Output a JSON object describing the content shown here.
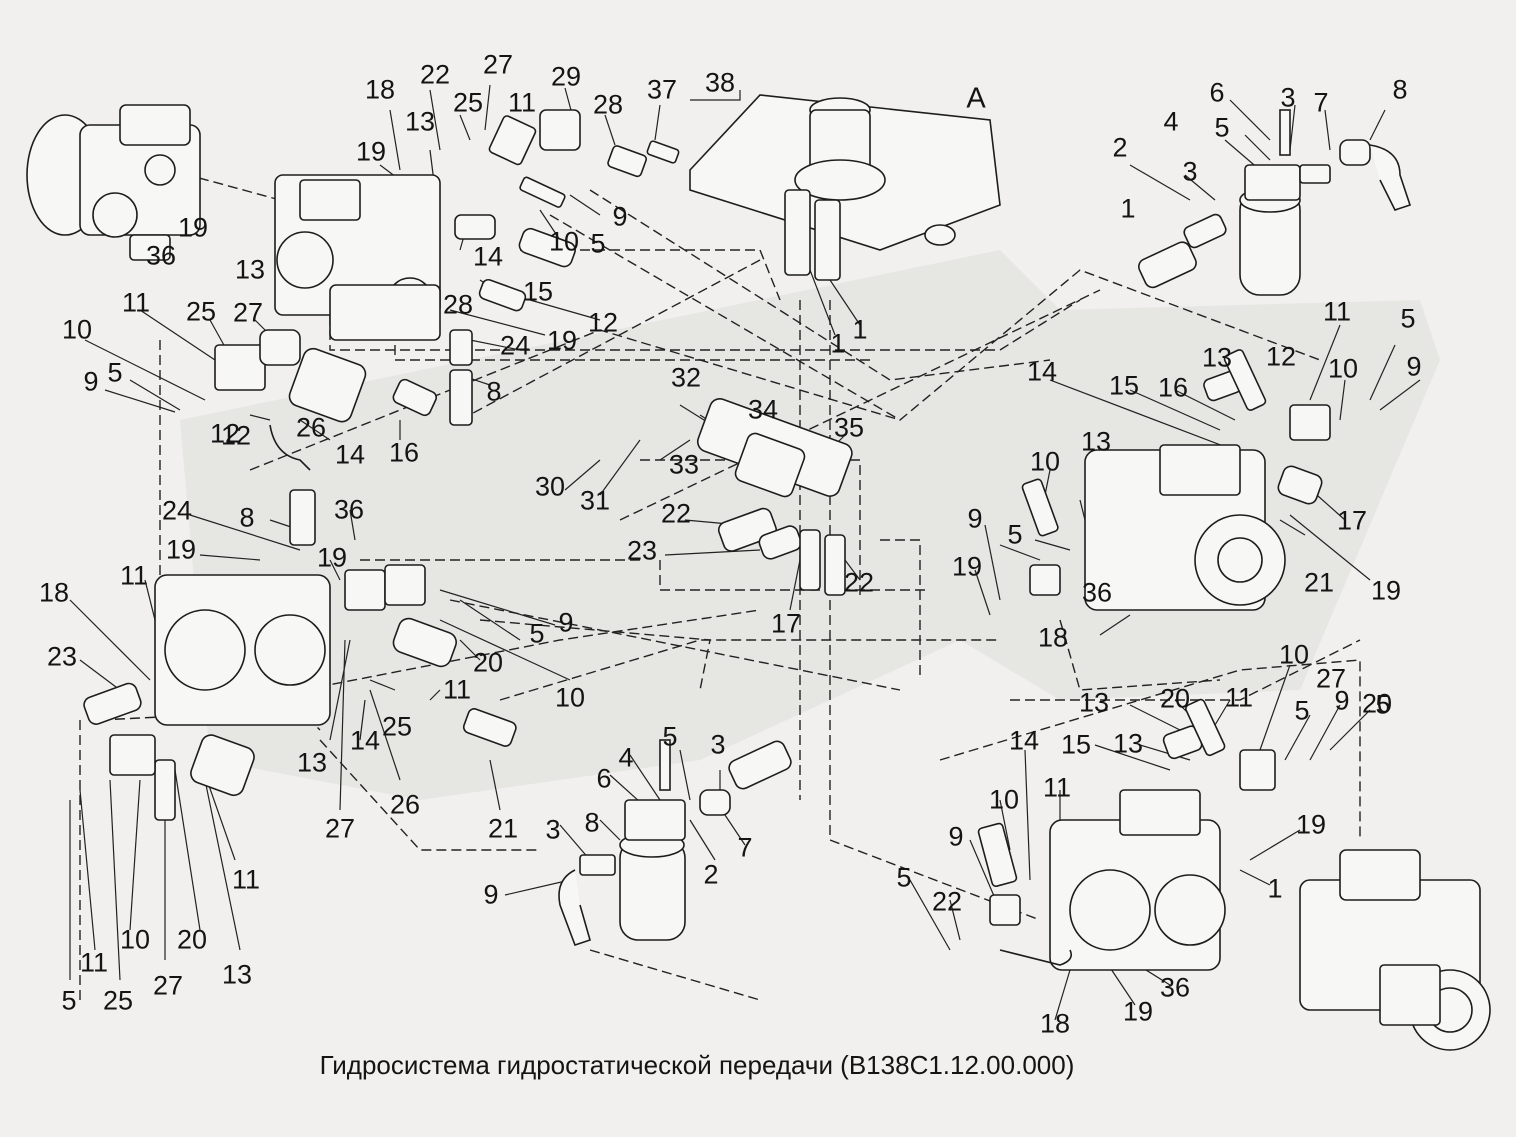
{
  "caption": "Гидросистема гидростатической передачи (В138С1.12.00.000)",
  "view_letter": "А",
  "labels": [
    "18",
    "22",
    "27",
    "29",
    "37",
    "38",
    "25",
    "11",
    "28",
    "19",
    "13",
    "9",
    "10",
    "5",
    "14",
    "15",
    "12",
    "36",
    "13",
    "19",
    "28",
    "24",
    "19",
    "1",
    "1",
    "8",
    "11",
    "27",
    "25",
    "10",
    "9",
    "5",
    "12",
    "26",
    "14",
    "16",
    "6",
    "3",
    "7",
    "8",
    "4",
    "5",
    "2",
    "3",
    "1",
    "11",
    "5",
    "13",
    "12",
    "10",
    "9",
    "14",
    "15",
    "16",
    "32",
    "34",
    "35",
    "30",
    "31",
    "33",
    "22",
    "23",
    "17",
    "17",
    "22",
    "8",
    "24",
    "36",
    "19",
    "19",
    "9",
    "5",
    "20",
    "10",
    "11",
    "25",
    "13",
    "14",
    "26",
    "27",
    "21",
    "18",
    "23",
    "11",
    "12",
    "13",
    "10",
    "5",
    "9",
    "19",
    "36",
    "18",
    "19",
    "21",
    "13",
    "20",
    "11",
    "10",
    "5",
    "9",
    "20",
    "14",
    "15",
    "13",
    "11",
    "10",
    "9",
    "5",
    "22",
    "18",
    "19",
    "36",
    "19",
    "1",
    "3",
    "5",
    "4",
    "6",
    "2",
    "7",
    "3",
    "8",
    "9",
    "5",
    "11",
    "10",
    "25",
    "27",
    "20",
    "13",
    "11",
    "27",
    "5"
  ]
}
